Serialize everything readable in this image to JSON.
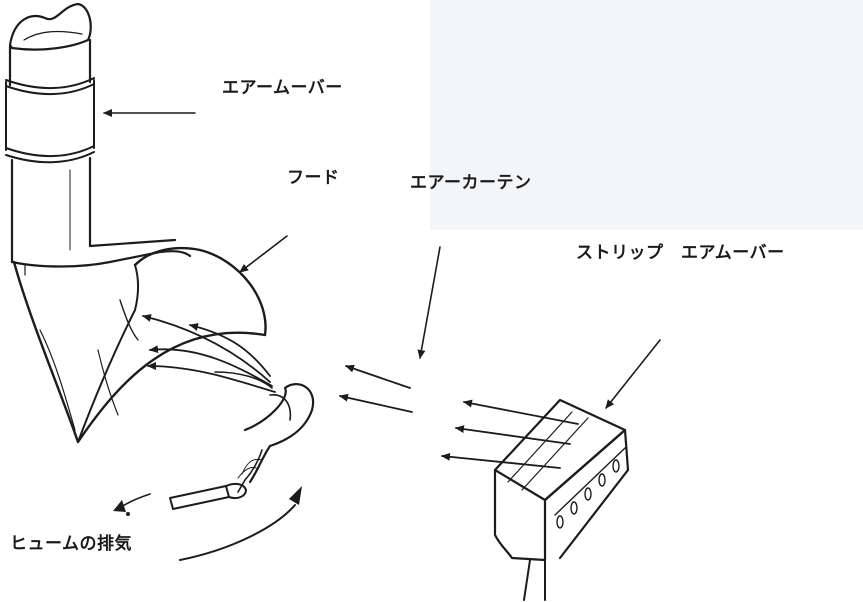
{
  "labels": {
    "air_mover": "エアームーバー",
    "hood": "フード",
    "air_curtain": "エアーカーテン",
    "strip_air_mover": "ストリップ　エアムーバー",
    "fume_exhaust": "ヒュームの排気"
  },
  "colors": {
    "ink": "#1c1c1c",
    "background": "#ffffff",
    "scan_shade": "#f4f5f8"
  }
}
